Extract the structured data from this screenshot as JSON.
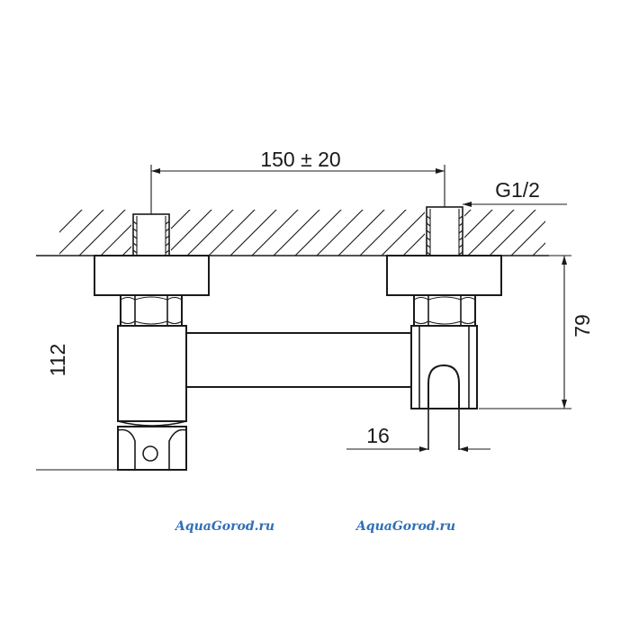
{
  "dimensions": {
    "spacing": "150 ± 20",
    "thread": "G1/2",
    "height_total": "112",
    "height_outlet": "79",
    "outlet_diameter": "16"
  },
  "watermarks": [
    "AquaGorod.ru",
    "AquaGorod.ru"
  ],
  "colors": {
    "line": "#1a1a1a",
    "watermark": "#2f6fb8",
    "background": "#ffffff"
  }
}
